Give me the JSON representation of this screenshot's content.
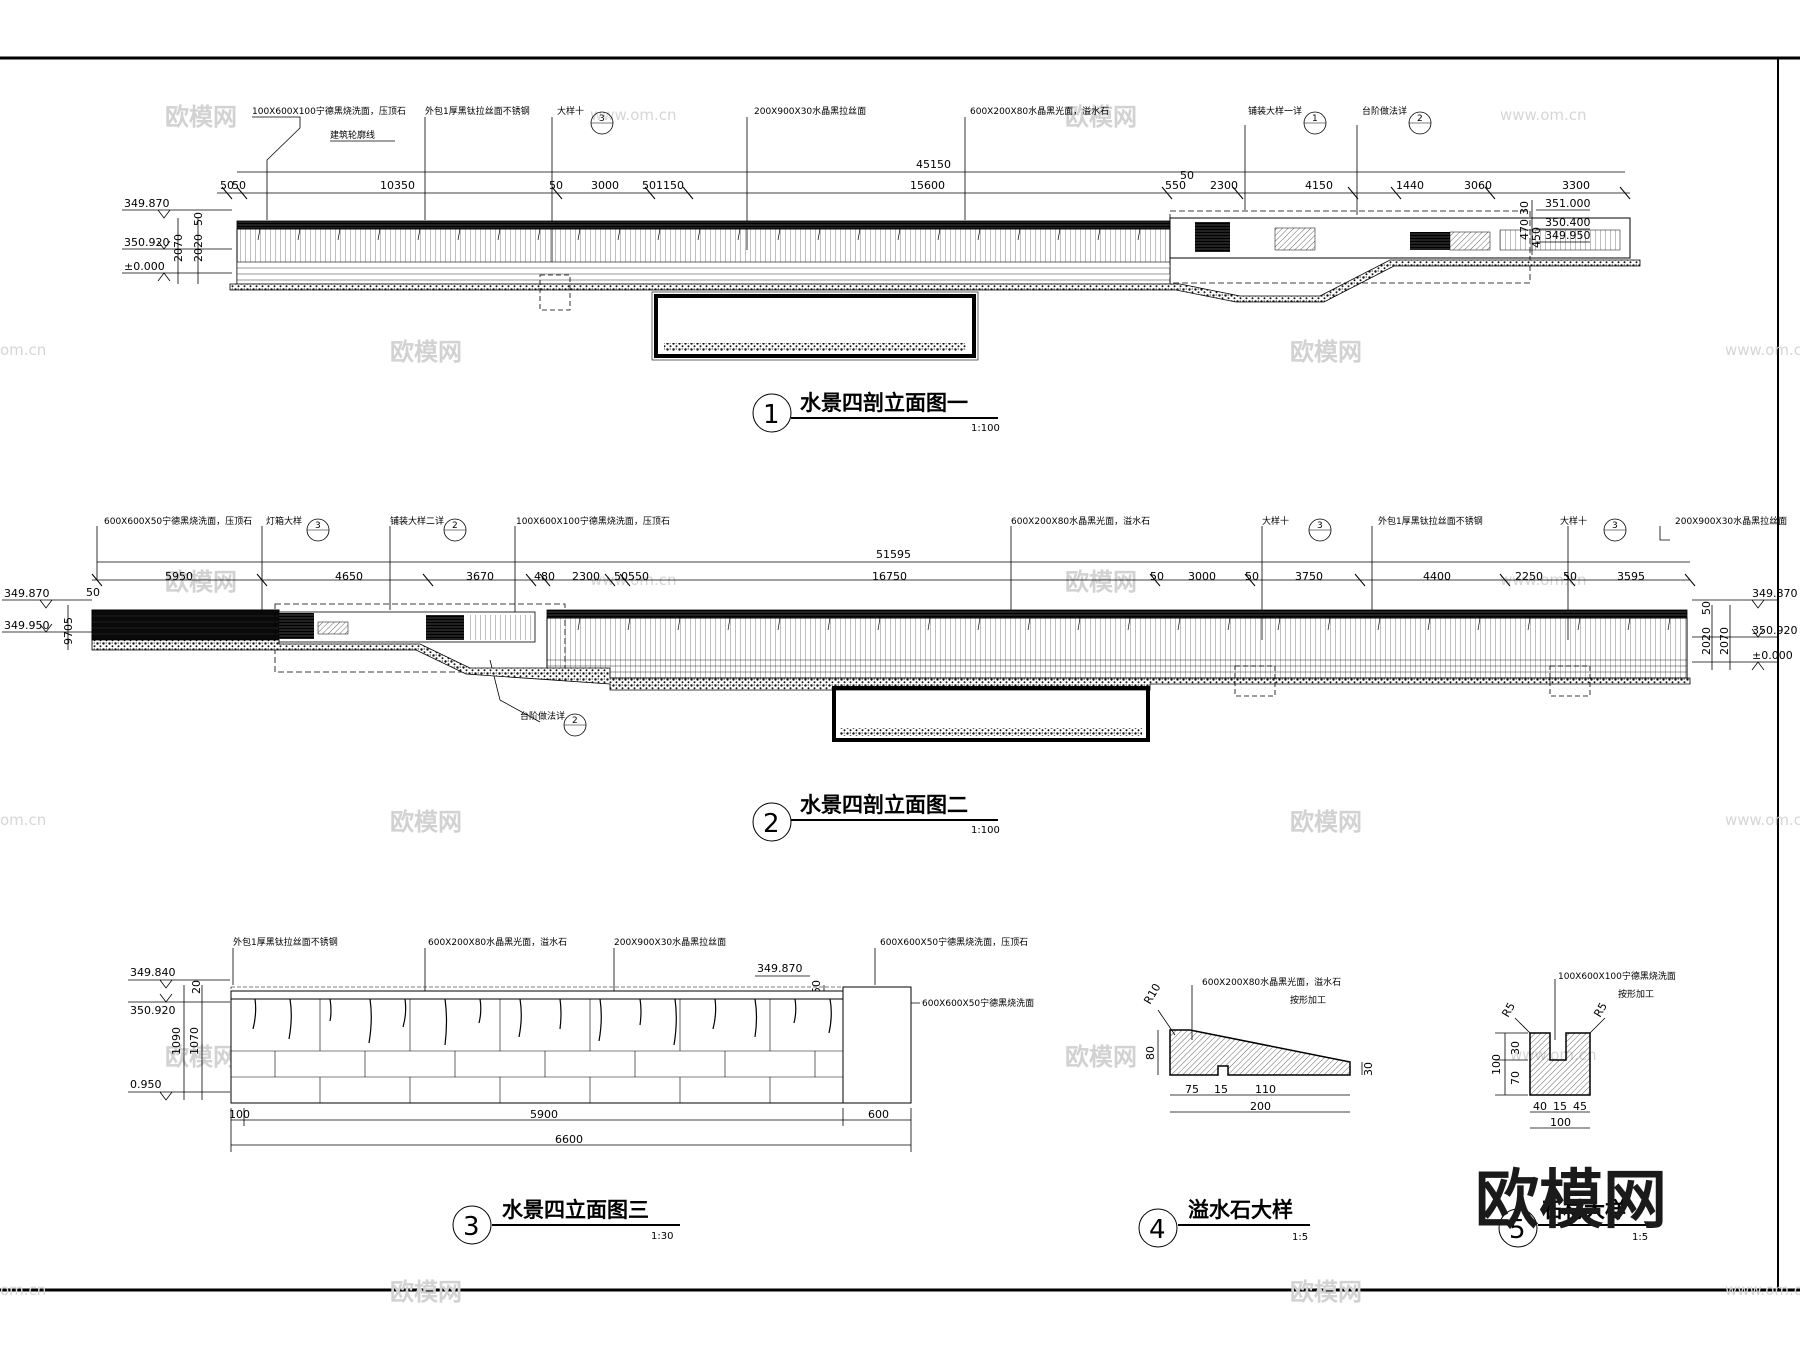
{
  "watermark": {
    "cn": "欧模网",
    "url": "www.om.cn",
    "url_short": "om.cn",
    "logo": "欧模网"
  },
  "drawing1": {
    "title": "水景四剖立面图一",
    "number": "1",
    "scale": "1:100",
    "notes": [
      "100X600X100宁德黑烧洗面，压顶石",
      "建筑轮廓线",
      "外包1厚黑钛拉丝面不锈钢",
      "大样十",
      "200X900X30水晶黑拉丝面",
      "600X200X80水晶黑光面，溢水石",
      "铺装大样一详",
      "台阶做法详"
    ],
    "refs": [
      "3",
      "1",
      "2"
    ],
    "overall": "45150",
    "dims": [
      "50",
      "50",
      "10350",
      "50",
      "3000",
      "50",
      "1150",
      "15600",
      "550",
      "50",
      "2300",
      "4150",
      "1440",
      "3060",
      "3300"
    ],
    "levels_left": [
      "349.870",
      "350.920",
      "±0.000"
    ],
    "levels_right": [
      "351.000",
      "350.400",
      "349.950"
    ],
    "vdims": [
      "2070",
      "2020",
      "50",
      "30",
      "470",
      "450"
    ]
  },
  "drawing2": {
    "title": "水景四剖立面图二",
    "number": "2",
    "scale": "1:100",
    "notes": [
      "600X600X50宁德黑烧洗面，压顶石",
      "灯箱大样",
      "铺装大样二详",
      "100X600X100宁德黑烧洗面，压顶石",
      "600X200X80水晶黑光面，溢水石",
      "大样十",
      "外包1厚黑钛拉丝面不锈钢",
      "大样十",
      "200X900X30水晶黑拉丝面",
      "台阶做法详"
    ],
    "refs": [
      "3",
      "2",
      "3",
      "3",
      "2"
    ],
    "overall": "51595",
    "dims": [
      "50",
      "5950",
      "4650",
      "3670",
      "480",
      "2300",
      "50",
      "550",
      "16750",
      "50",
      "3000",
      "50",
      "3750",
      "4400",
      "2250",
      "50",
      "3595"
    ],
    "levels_left": [
      "349.870",
      "349.950"
    ],
    "levels_right": [
      "349.870",
      "350.920",
      "±0.000"
    ],
    "vdims": [
      "9705",
      "50",
      "2020",
      "2070"
    ]
  },
  "drawing3": {
    "title": "水景四立面图三",
    "number": "3",
    "scale": "1:30",
    "notes": [
      "外包1厚黑钛拉丝面不锈钢",
      "600X200X80水晶黑光面，溢水石",
      "200X900X30水晶黑拉丝面",
      "600X600X50宁德黑烧洗面，压顶石",
      "600X600X50宁德黑烧洗面"
    ],
    "levels": [
      "349.840",
      "350.920",
      "0.950",
      "349.870"
    ],
    "dims": [
      "100",
      "5900",
      "600",
      "6600"
    ],
    "vdims": [
      "1090",
      "1070",
      "1070",
      "50",
      "20"
    ]
  },
  "drawing4": {
    "title": "溢水石大样",
    "number": "4",
    "scale": "1:5",
    "notes": [
      "600X200X80水晶黑光面，溢水石",
      "按形加工"
    ],
    "radius": "R10",
    "dims": [
      "75",
      "15",
      "110",
      "200",
      "80",
      "30"
    ]
  },
  "drawing5": {
    "title": "石材大样",
    "number": "5",
    "scale": "1:5",
    "notes": [
      "100X600X100宁德黑烧洗面",
      "按形加工"
    ],
    "radius": [
      "R5",
      "R5"
    ],
    "dims": [
      "40",
      "15",
      "45",
      "100",
      "30",
      "70",
      "100"
    ]
  }
}
